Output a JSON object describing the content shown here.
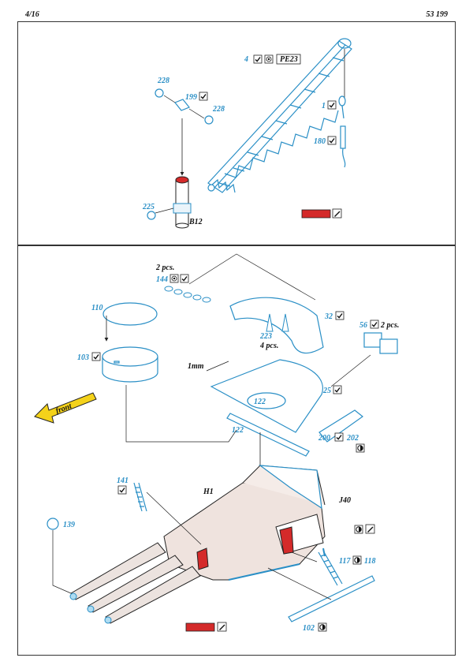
{
  "header": {
    "page": "4/16",
    "set_number": "53 199"
  },
  "colors": {
    "part_blue": "#2a8fc6",
    "paint_red": "#d42a2a",
    "arrow_yellow": "#f4d21a",
    "line": "#222222"
  },
  "icons": {
    "check": "check-mark-icon",
    "bend": "bend-icon",
    "etch": "etch-fret-icon",
    "brush": "paint-brush-icon"
  },
  "crane_section": {
    "labels": {
      "p4": "4",
      "pe23": "PE23",
      "p228a": "228",
      "p228b": "228",
      "p199": "199",
      "p1": "1",
      "p180": "180",
      "p225": "225",
      "b12": "B12"
    }
  },
  "turret_section": {
    "labels": {
      "two_pcs_a": "2 pcs.",
      "p144": "144",
      "p110": "110",
      "p103": "103",
      "p32": "32",
      "p223": "223",
      "four_pcs": "4 pcs.",
      "p56": "56",
      "two_pcs_b": "2 pcs.",
      "one_mm": "1mm",
      "p25": "25",
      "p122a": "122",
      "p122b": "122",
      "p200": "200",
      "p202": "202",
      "front": "front",
      "p141": "141",
      "h1": "H1",
      "j40": "J40",
      "p139": "139",
      "p117": "117",
      "p118": "118",
      "p102": "102"
    }
  }
}
